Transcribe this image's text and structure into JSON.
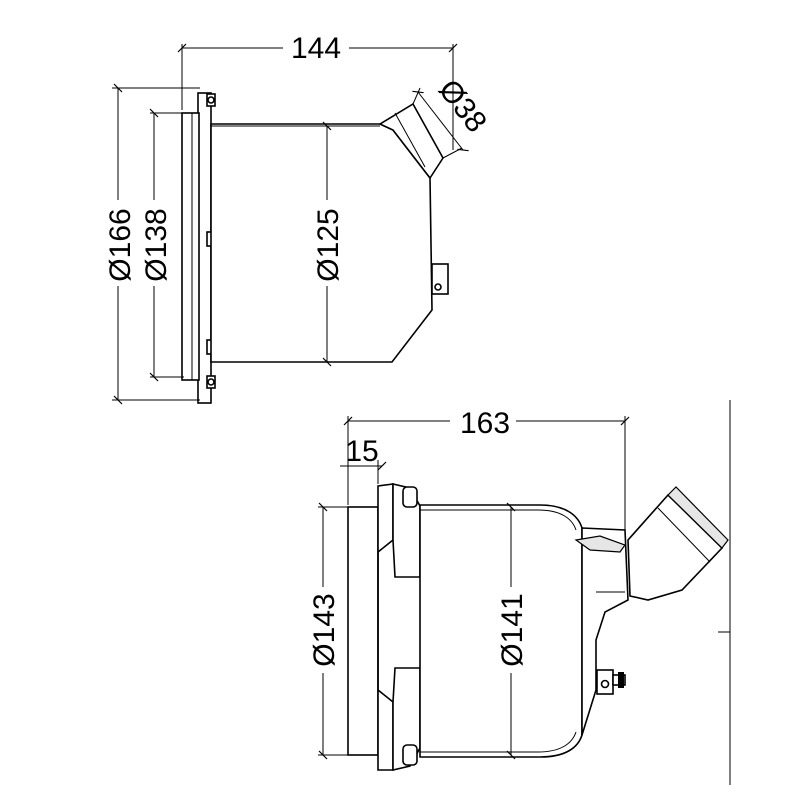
{
  "top_view": {
    "dim_length": "144",
    "dim_outer_flange": "Ø166",
    "dim_inner_flange": "Ø138",
    "dim_body": "Ø125",
    "dim_outlet": "Ø38"
  },
  "bottom_view": {
    "dim_length": "163",
    "dim_flange_depth": "15",
    "dim_flange": "Ø143",
    "dim_body": "Ø141"
  }
}
